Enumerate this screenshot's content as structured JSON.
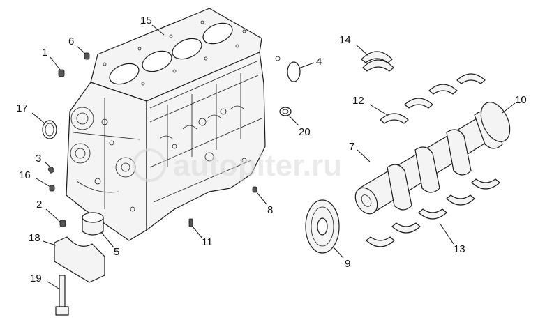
{
  "watermark": "autopiter.ru",
  "callouts": [
    "1",
    "2",
    "3",
    "4",
    "5",
    "6",
    "7",
    "8",
    "9",
    "10",
    "11",
    "12",
    "13",
    "14",
    "15",
    "16",
    "17",
    "18",
    "19",
    "20"
  ],
  "colors": {
    "line": "#1a1a1a",
    "background": "#ffffff",
    "watermark": "#d9d9d9"
  }
}
